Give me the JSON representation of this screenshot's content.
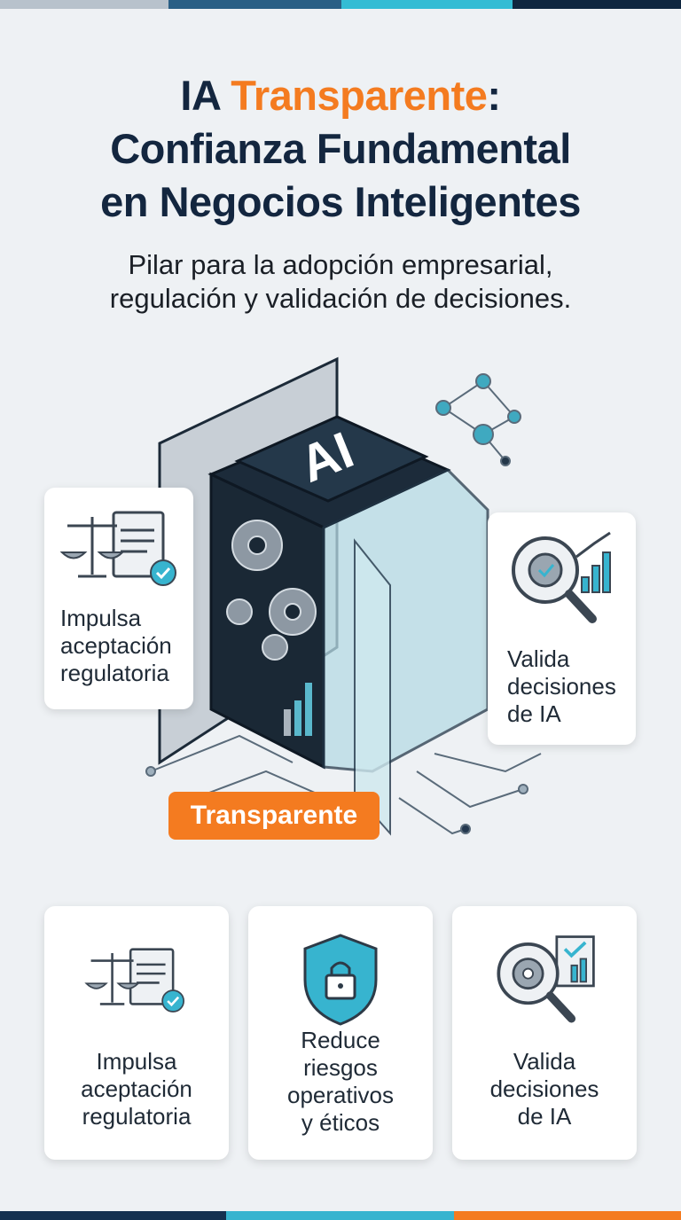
{
  "header": {
    "title_prefix": "IA ",
    "title_highlight": "Transparente",
    "title_colon": ":",
    "title_line2": "Confianza Fundamental",
    "title_line3": "en Negocios Inteligentes",
    "subtitle_line1": "Pilar para la adopción empresarial,",
    "subtitle_line2": "regulación y validación de decisiones."
  },
  "illustration": {
    "cube_label": "AI",
    "tag_label": "Transparente",
    "callout_left": {
      "lines": [
        "Impulsa",
        "aceptación",
        "regulatoria"
      ],
      "icon": "scales-document-check-icon"
    },
    "callout_right": {
      "lines": [
        "Valida",
        "decisiones",
        "de IA"
      ],
      "icon": "magnifier-gear-chart-icon"
    }
  },
  "cards": [
    {
      "lines": [
        "Impulsa",
        "aceptación",
        "regulatoria"
      ],
      "icon": "scales-document-check-icon"
    },
    {
      "lines": [
        "Reduce",
        "riesgos",
        "operativos",
        "y éticos"
      ],
      "icon": "shield-lock-icon"
    },
    {
      "lines": [
        "Valida",
        "decisiones",
        "de IA"
      ],
      "icon": "magnifier-gear-chart-icon"
    }
  ],
  "colors": {
    "navy": "#13263f",
    "orange": "#f47b20",
    "teal": "#37b4cf",
    "blue": "#2a5f85",
    "gray": "#b8c2cc"
  }
}
